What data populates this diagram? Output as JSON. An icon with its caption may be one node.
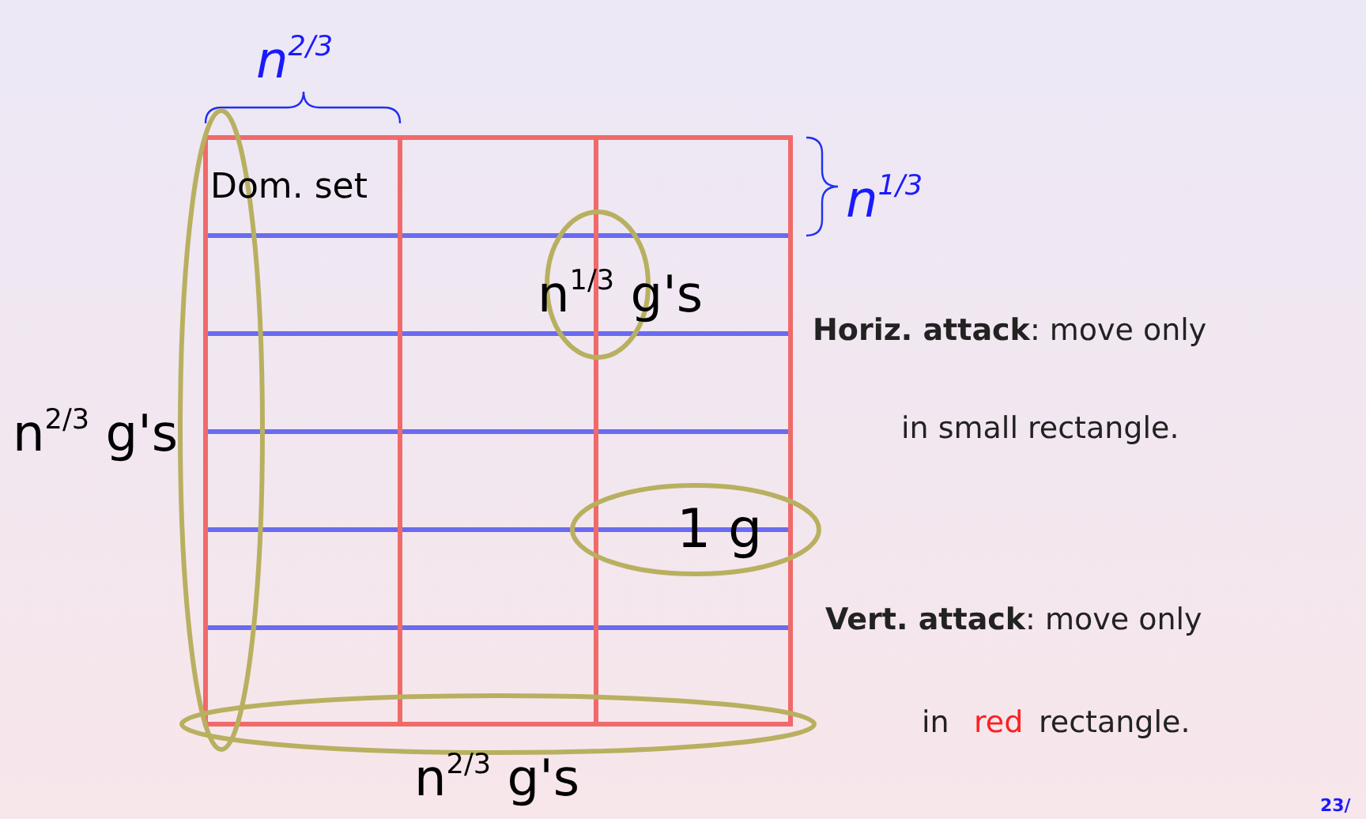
{
  "diagram": {
    "nodes": [
      {
        "text": [
          "Dom. set"
        ]
      },
      {
        "text": [
          "n$^{1/3}$ g's"
        ]
      },
      {
        "text": [
          "1 g"
        ]
      },
      {
        "text": [],
        "shape": "circle",
        "beside": [
          "n$^{2/3}$ g's"
        ]
      },
      {
        "text": [],
        "shape": "circle",
        "beside": [
          "n$^{2/3}$ g's"
        ]
      }
    ],
    "labels": [
      "n$^{2/3}$",
      "n$^{1/3}$",
      "**Horiz. attack**: move only",
      "in small rectangle.",
      "**Vert. attack**: move only",
      "in",
      "red",
      "rectangle.",
      "23/"
    ]
  }
}
